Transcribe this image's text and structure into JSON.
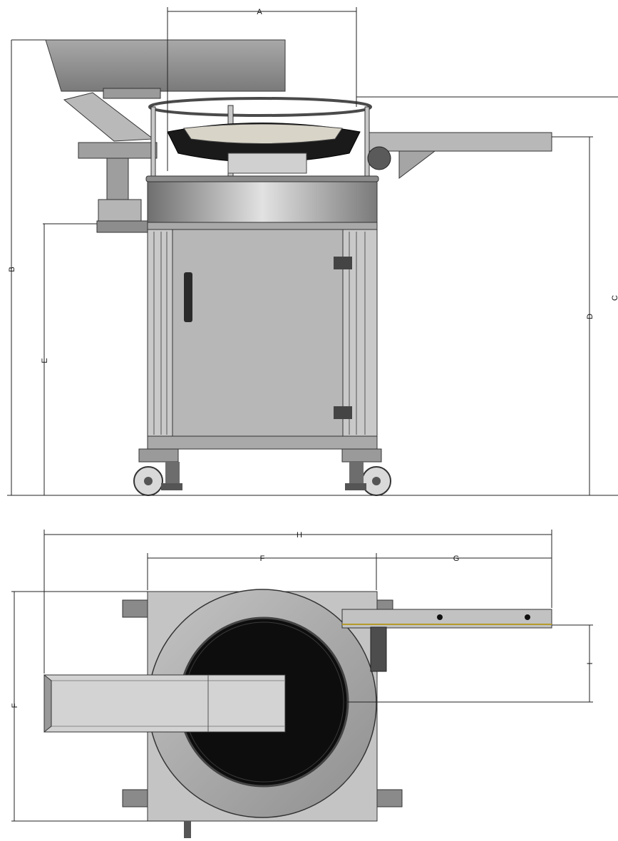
{
  "views": {
    "side": {
      "dimensions": {
        "a": "A",
        "b": "B",
        "c": "C",
        "d": "D",
        "e": "E"
      }
    },
    "top": {
      "dimensions": {
        "f_width": "F",
        "f_height": "F",
        "g": "G",
        "h": "H",
        "i": "I"
      }
    }
  },
  "colors": {
    "steel_dark": "#7d7d7d",
    "steel_mid": "#a9a9a9",
    "steel_light": "#d6d6d6",
    "bowl_black": "#151515",
    "outline": "#3a3a3a"
  },
  "icons": [
    "caster-wheel-icon",
    "door-hinge-icon",
    "door-handle-icon",
    "leveling-foot-icon"
  ]
}
